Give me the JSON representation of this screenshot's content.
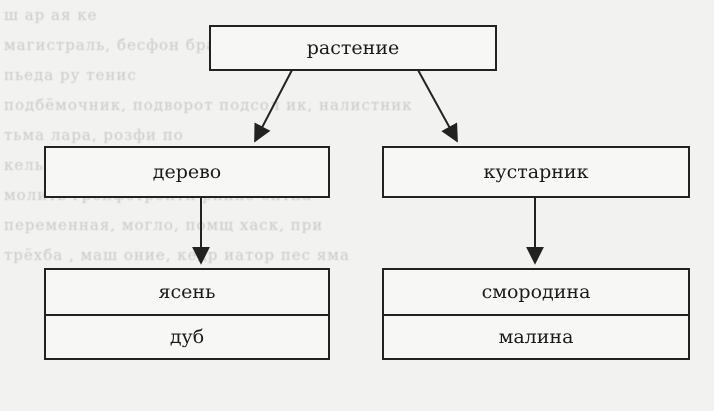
{
  "diagram": {
    "root": {
      "label": "растение"
    },
    "branches": [
      {
        "label": "дерево",
        "examples": [
          "ясень",
          "дуб"
        ]
      },
      {
        "label": "кустарник",
        "examples": [
          "смородина",
          "малина"
        ]
      }
    ]
  },
  "background_text": [
    "ш               ар        ая              ке",
    "магистраль, бесфон        браж   шуба",
    "        пьеда   ру                 тенис",
    "подбёмочник, подворот    подсол   ик, налистник",
    "тьма      лара, розфи           по",
    "кельный    ра         ем    гер,  по    енный",
    "молитв    грейфстройти    ринке    ентиа",
    "переменная, могло,  помщ    хаск, при",
    "трёхба   ,  маш  оние,  кедр  иатор   пес  яма"
  ],
  "colors": {
    "line": "#222222",
    "paper": "#f2f2f0",
    "ghost_text": "#c9c9c6"
  }
}
